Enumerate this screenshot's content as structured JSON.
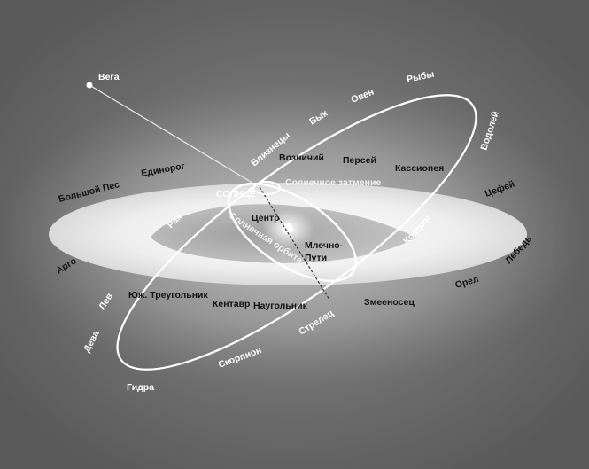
{
  "labels": {
    "vega": "Вега",
    "sun": "СОЛНЦЕ",
    "center": "Центр",
    "milky_way_line1": "Млечно-",
    "milky_way_line2": "Пути",
    "solar_apex": "Солнечное затмение",
    "solar_orbit": "Солнечная орбита"
  },
  "ecliptic_constellations": {
    "gemini": "Близнецы",
    "taurus": "Бык",
    "aries": "Овен",
    "pisces": "Рыбы",
    "aquarius": "Водолей",
    "capricorn": "Козерог",
    "sagittarius": "Стрелец",
    "scorpius": "Скорпион",
    "libra": "Гидра",
    "virgo": "Дева",
    "leo": "Лев",
    "cancer": "Рак"
  },
  "galactic_constellations": {
    "canis_major": "Большой Пес",
    "monoceros": "Единорог",
    "auriga": "Возничий",
    "perseus": "Персей",
    "cassiopeia": "Кассиопея",
    "cepheus": "Цефей",
    "cygnus": "Лебедь",
    "aquila": "Орел",
    "ophiuchus": "Змееносец",
    "norma": "Наугольник",
    "centaurus": "Кентавр",
    "triangulum_australe": "Юж. Треугольник",
    "argo": "Арго"
  },
  "colors": {
    "background": "#6f6f6f",
    "haze": "#bdbdbd",
    "disk": "#ececec",
    "dust_lane": "#9a9a9a",
    "orbit_line": "#ffffff",
    "label_dark": "#141414",
    "label_light": "#ffffff"
  }
}
